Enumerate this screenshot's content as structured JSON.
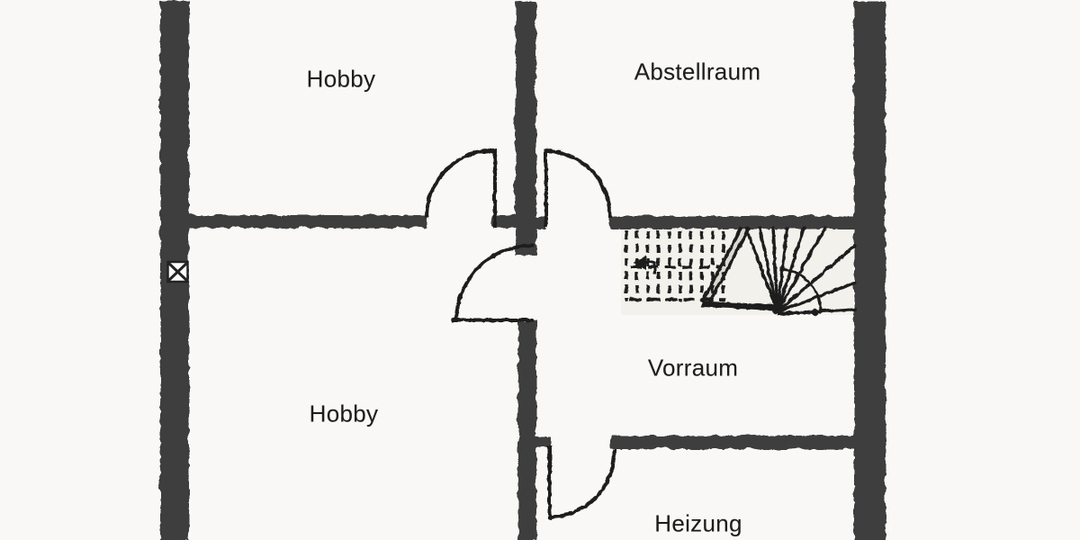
{
  "colors": {
    "wall": "#3d3d3d",
    "line": "#1f1f1f",
    "paper": "#fbfaf8"
  },
  "rooms": [
    {
      "name": "hobby-top",
      "label": "Hobby"
    },
    {
      "name": "abstellraum",
      "label": "Abstellraum"
    },
    {
      "name": "vorraum",
      "label": "Vorraum"
    },
    {
      "name": "hobby-bottom",
      "label": "Hobby"
    },
    {
      "name": "heizung",
      "label": "Heizung"
    }
  ],
  "stair": {
    "kind": "quarter-turn winder staircase",
    "walk_arrow": "points-left"
  },
  "symbols": [
    {
      "name": "boxed-x-wall-marker",
      "glyph": "⊠"
    }
  ]
}
